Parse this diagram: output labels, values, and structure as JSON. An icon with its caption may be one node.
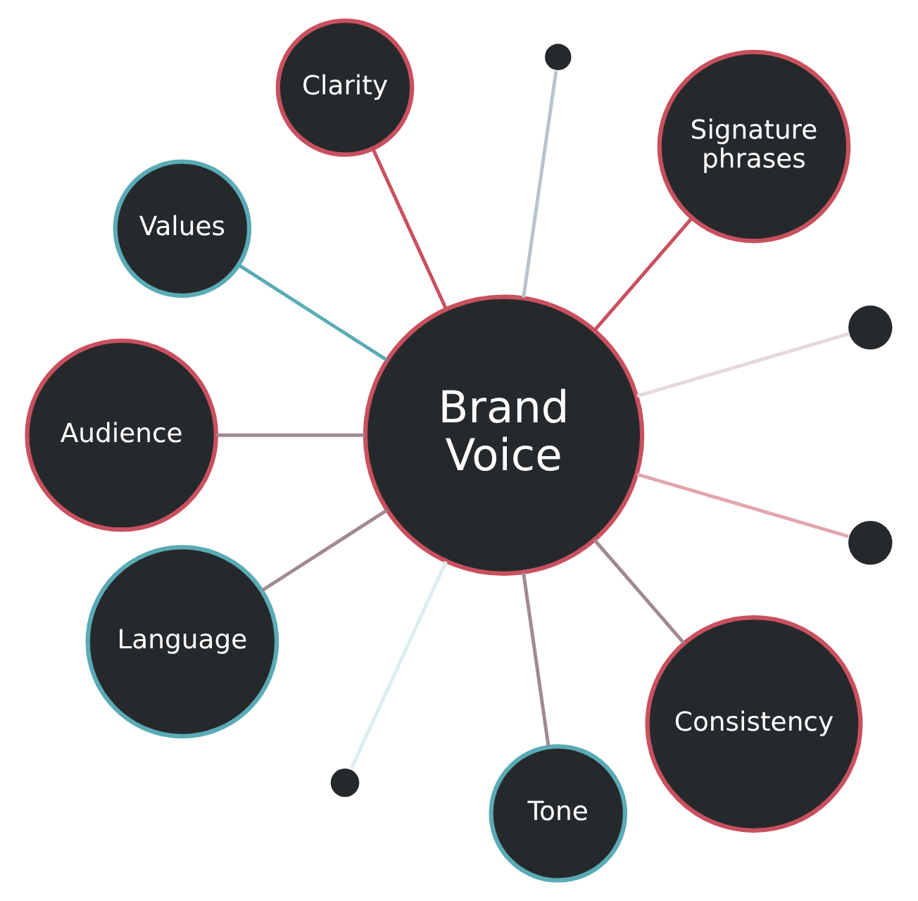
{
  "diagram": {
    "nodes": [
      {
        "text": [],
        "shape": "circle"
      },
      {
        "text": [
          "Signature phrases"
        ]
      },
      {
        "text": [],
        "shape": "circle"
      },
      {
        "text": [
          "Clarity"
        ]
      },
      {
        "text": [
          "Values"
        ]
      },
      {
        "text": [
          "Audience"
        ]
      },
      {
        "text": [
          "Brand Voice"
        ]
      },
      {
        "text": [
          "Language"
        ]
      },
      {
        "text": [],
        "shape": "circle"
      },
      {
        "text": [
          "Tone"
        ]
      },
      {
        "text": [
          "Consistency"
        ]
      },
      {
        "text": [],
        "shape": "circle"
      }
    ],
    "edges": [
      {
        "from": 6,
        "to": 1,
        "arrow": "none",
        "color": "#c9505f"
      },
      {
        "from": 6,
        "to": 2,
        "arrow": "none",
        "color": "#b9c3cc"
      },
      {
        "from": 6,
        "to": 3,
        "arrow": "none",
        "color": "#c9505f"
      },
      {
        "from": 6,
        "to": 7,
        "arrow": "none"
      },
      {
        "from": 6,
        "to": 9,
        "arrow": "none"
      },
      {
        "from": 6,
        "to": 11,
        "arrow": "none",
        "color": "#e3a6ae"
      },
      {
        "from": 6,
        "to": 10,
        "arrow": "none"
      },
      {
        "from": 6,
        "to": 8,
        "arrow": "none",
        "color": "#dceef0"
      },
      {
        "from": 6,
        "to": 5,
        "arrow": "none"
      },
      {
        "from": 6,
        "to": 4,
        "arrow": "none",
        "color": "#5aabb5"
      },
      {
        "from": 6,
        "to": 0,
        "arrow": "none",
        "color": "#e6d8dc"
      }
    ]
  }
}
